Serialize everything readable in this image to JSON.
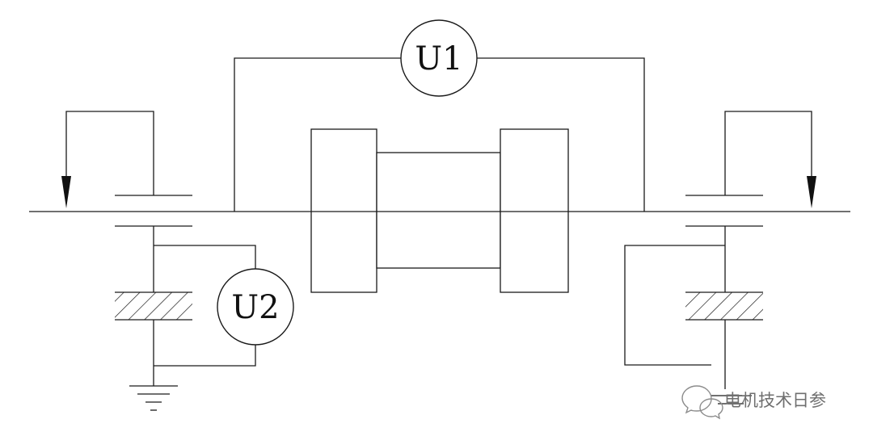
{
  "meters": {
    "u1": {
      "label": "U1"
    },
    "u2": {
      "label": "U2"
    }
  },
  "watermark": {
    "text": "电机技术日参",
    "icon": "wechat-icon"
  },
  "colors": {
    "line": "#1a1a1a",
    "background": "#ffffff",
    "watermark": "#6f6f6f"
  }
}
